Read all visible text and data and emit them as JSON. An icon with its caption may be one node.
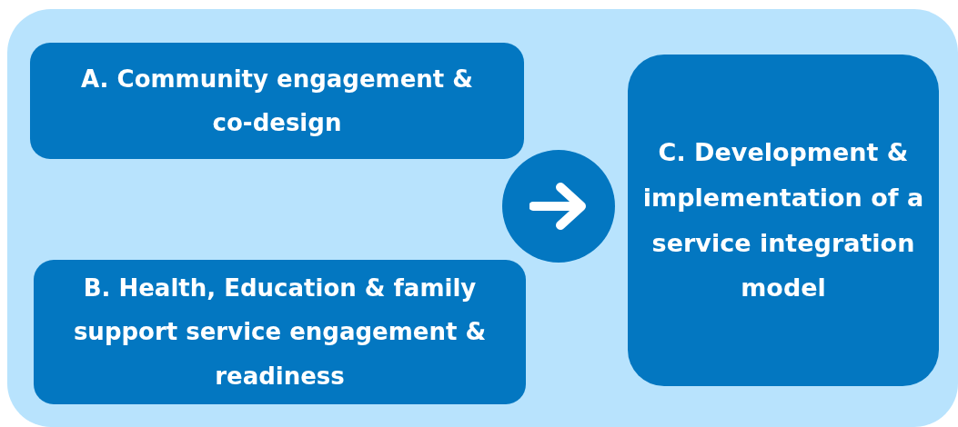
{
  "diagram": {
    "nodes": [
      {
        "text": [
          "A. Community engagement & co-design"
        ]
      },
      {
        "text": [
          "B. Health, Education & family support service engagement & readiness"
        ]
      },
      {
        "text": [],
        "shape": "circle"
      },
      {
        "text": [
          "C. Development & implementation of a service integration model"
        ]
      }
    ]
  }
}
